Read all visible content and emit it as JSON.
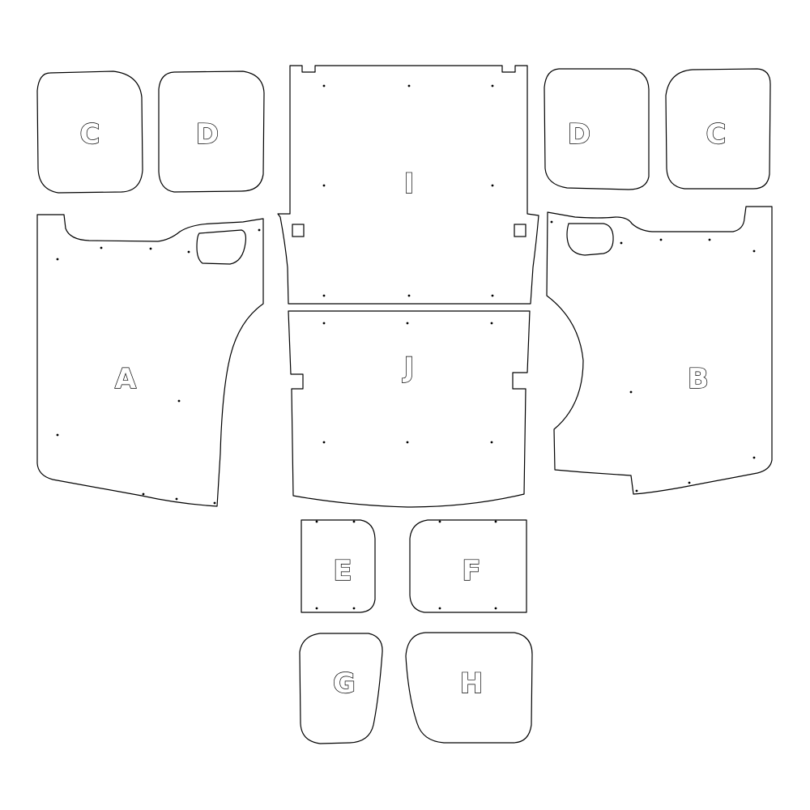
{
  "diagram": {
    "pieces": [
      {
        "id": "C-left",
        "label": "C"
      },
      {
        "id": "D-left",
        "label": "D"
      },
      {
        "id": "I",
        "label": "I"
      },
      {
        "id": "D-right",
        "label": "D"
      },
      {
        "id": "C-right",
        "label": "C"
      },
      {
        "id": "A",
        "label": "A"
      },
      {
        "id": "J",
        "label": "J"
      },
      {
        "id": "B",
        "label": "B"
      },
      {
        "id": "E",
        "label": "E"
      },
      {
        "id": "F",
        "label": "F"
      },
      {
        "id": "G",
        "label": "G"
      },
      {
        "id": "H",
        "label": "H"
      }
    ]
  }
}
